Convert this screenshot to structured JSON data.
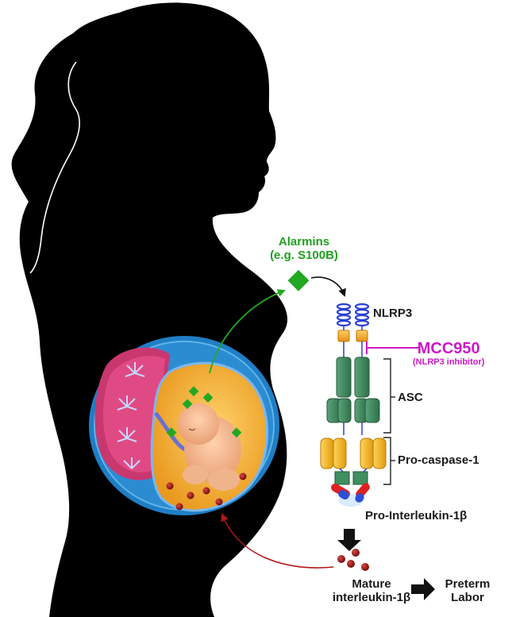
{
  "labels": {
    "alarmins": "Alarmins",
    "alarmins_example": "(e.g. S100B)",
    "nlrp3": "NLRP3",
    "inhibitor_name": "MCC950",
    "inhibitor_desc": "(NLRP3 inhibitor)",
    "asc": "ASC",
    "pro_caspase": "Pro-caspase-1",
    "pro_il": "Pro-Interleukin-1β",
    "mature_il_line1": "Mature",
    "mature_il_line2": "interleukin-1β",
    "outcome_line1": "Preterm",
    "outcome_line2": "Labor"
  },
  "colors": {
    "silhouette": "#000000",
    "alarmin_green": "#22a822",
    "inhibitor_magenta": "#cc19c6",
    "il1b_red": "#8b0f0f",
    "nlrp3_blue": "#2a3fd4",
    "nacht_orange": "#f5a623",
    "asc_green": "#3f8f5f",
    "caspase_yellow": "#f0b21a",
    "amniotic_yellow": "#f3b53a"
  },
  "icons": [
    "woman-silhouette-icon",
    "fetus-icon",
    "placenta-icon",
    "alarmin-diamond-icon",
    "inflammasome-icon",
    "pro-il1b-capsule-icon",
    "il1b-molecule-icon",
    "outcome-arrow-icon"
  ]
}
